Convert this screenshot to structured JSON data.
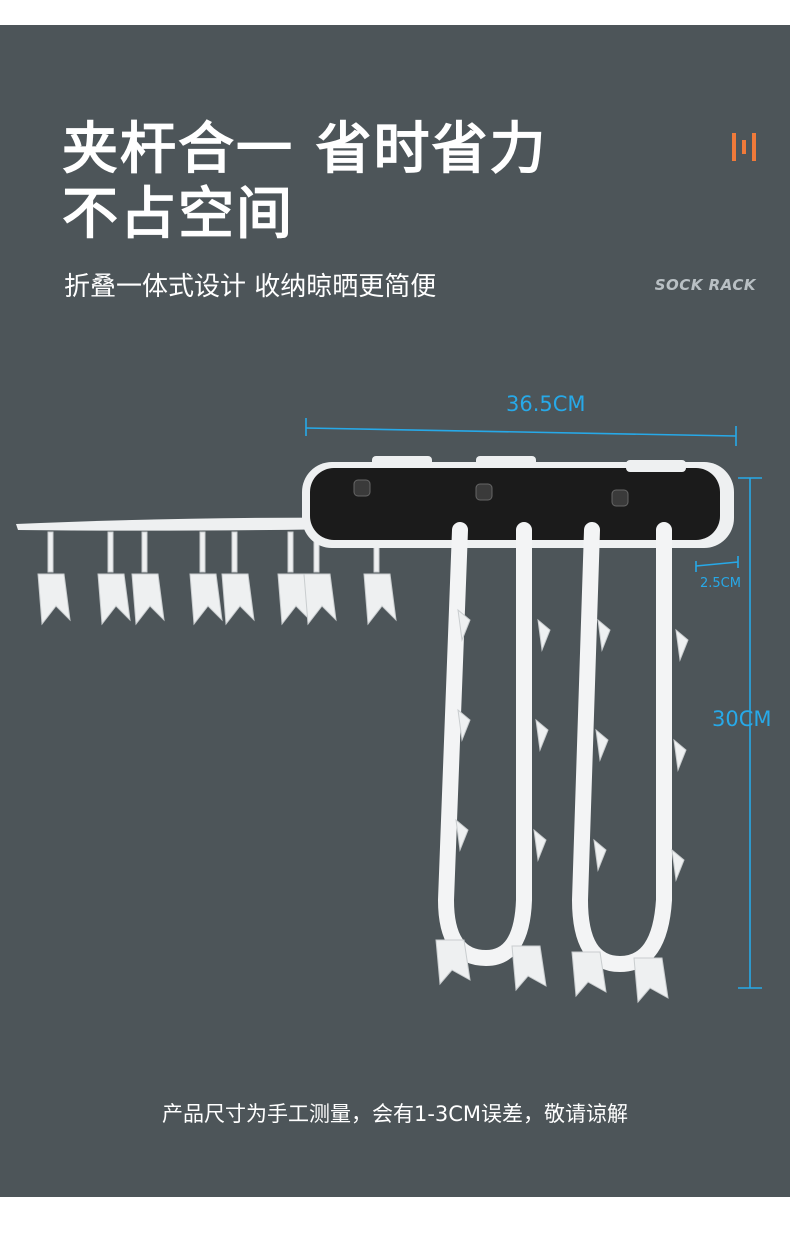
{
  "header": {
    "title_line1": "夹杆合一 省时省力",
    "title_line2": "不占空间",
    "subtitle": "折叠一体式设计 收纳晾晒更简便",
    "tagline": "SOCK RACK"
  },
  "dimensions": {
    "width_label": "36.5CM",
    "height_label": "30CM",
    "depth_label": "2.5CM"
  },
  "footer": {
    "note": "产品尺寸为手工测量，会有1-3CM误差，敬请谅解"
  },
  "colors": {
    "background": "#4d5559",
    "accent_dimension": "#27a9e8",
    "logo_orange": "#f07a3a",
    "product_white": "#f3f4f5",
    "product_black": "#1b1b1b"
  },
  "icons": {
    "brand_logo": "orange-bars-logo"
  }
}
